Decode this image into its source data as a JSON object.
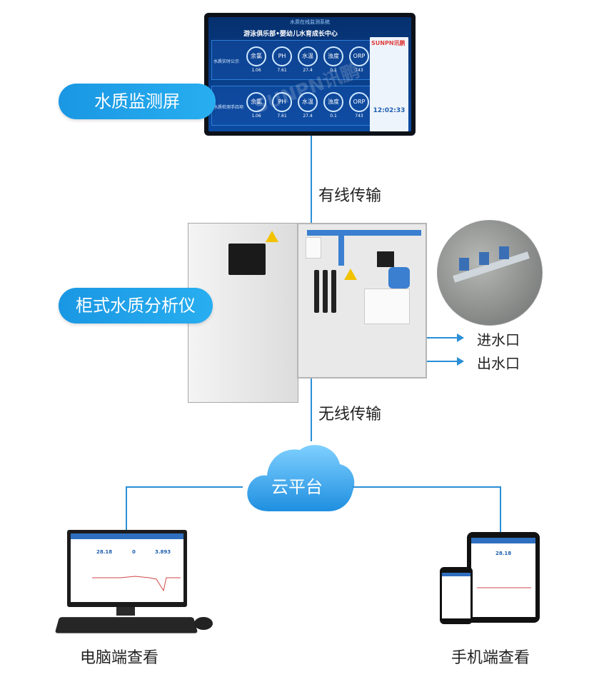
{
  "nodes": {
    "monitoring_screen": "水质监测屏",
    "cabinet_analyzer": "柜式水质分析仪",
    "cloud_platform": "云平台",
    "pc_view": "电脑端查看",
    "mobile_view": "手机端查看"
  },
  "links": {
    "wired": "有线传输",
    "wireless": "无线传输",
    "water_inlet": "进水口",
    "water_outlet": "出水口"
  },
  "screen": {
    "system_title": "水质在线监测系统",
    "subtitle": "游泳俱乐部•婴幼儿水育成长中心",
    "row1_label": "水质实时公示",
    "row2_label": "水质检测手四项",
    "gauges": [
      "余氯",
      "PH",
      "水温",
      "浊度",
      "ORP"
    ],
    "values": [
      "1.06",
      "7.61",
      "27.4",
      "0.1",
      "743"
    ],
    "brand": "SUNPN讯鹏",
    "clock": "12:02:33",
    "watermark": "SUNPN讯鹏"
  },
  "pc_screen": {
    "values": [
      "28.18",
      "0",
      "3.893"
    ]
  },
  "tablet_screen": {
    "value": "28.18"
  },
  "colors": {
    "accent": "#1a97e3",
    "line": "#2a8fd6"
  }
}
